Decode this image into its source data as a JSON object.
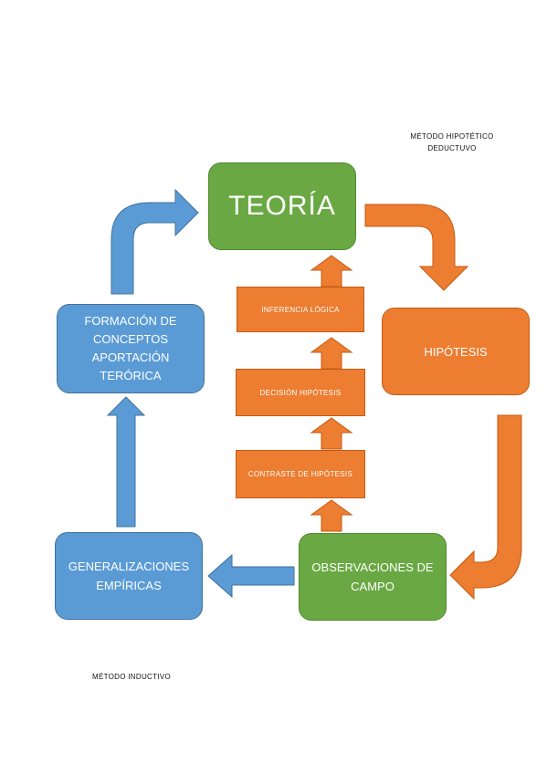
{
  "labels": {
    "hipotetico_line1": "MÉTODO HIPOTÉTICO",
    "hipotetico_line2": "DEDUCTUVO",
    "inductivo": "MÉTODO INDUCTIVO"
  },
  "nodes": {
    "teoria": "TEORÍA",
    "hipotesis": "HIPÓTESIS",
    "observaciones_line1": "OBSERVACIONES DE",
    "observaciones_line2": "CAMPO",
    "generalizaciones_line1": "GENERALIZACIONES",
    "generalizaciones_line2": "EMPÍRICAS",
    "formacion_line1": "FORMACIÓN DE",
    "formacion_line2": "CONCEPTOS",
    "formacion_line3": "APORTACIÓN",
    "formacion_line4": "TERÓRICA",
    "inferencia": "INFERENCIA LÓGICA",
    "decision": "DECISIÓN HIPÓTESIS",
    "contraste": "CONTRASTE DE HIPÓTESIS"
  },
  "colors": {
    "green": "#6aa843",
    "blue": "#5b9bd5",
    "orange": "#ed7d31"
  }
}
